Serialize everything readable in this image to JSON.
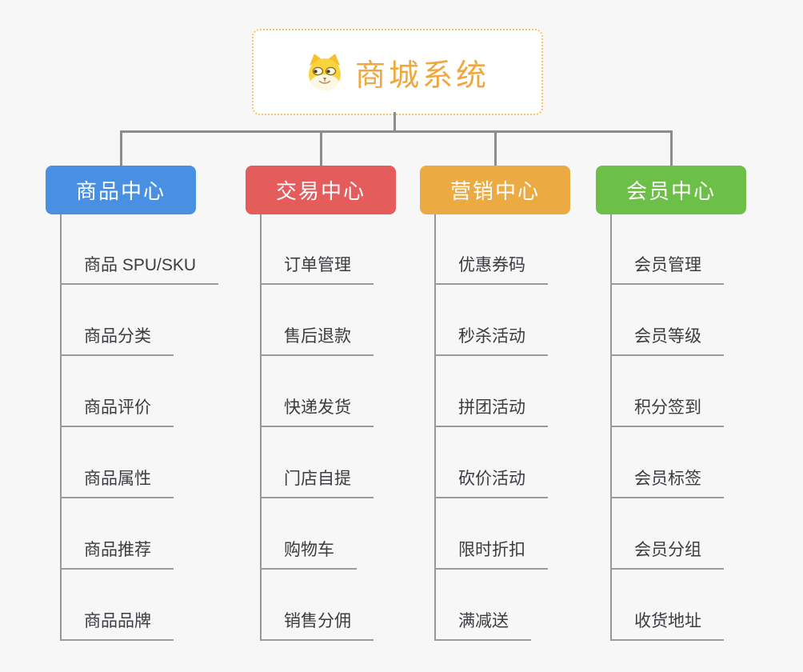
{
  "root": {
    "title": "商城系统",
    "icon": "doge-icon"
  },
  "branches": [
    {
      "label": "商品中心",
      "color": "#4a90e2",
      "items": [
        "商品 SPU/SKU",
        "商品分类",
        "商品评价",
        "商品属性",
        "商品推荐",
        "商品品牌"
      ]
    },
    {
      "label": "交易中心",
      "color": "#e45c5c",
      "items": [
        "订单管理",
        "售后退款",
        "快递发货",
        "门店自提",
        "购物车",
        "销售分佣"
      ]
    },
    {
      "label": "营销中心",
      "color": "#ecaa42",
      "items": [
        "优惠券码",
        "秒杀活动",
        "拼团活动",
        "砍价活动",
        "限时折扣",
        "满减送"
      ]
    },
    {
      "label": "会员中心",
      "color": "#6cbf47",
      "items": [
        "会员管理",
        "会员等级",
        "积分签到",
        "会员标签",
        "会员分组",
        "收货地址"
      ]
    }
  ],
  "colors": {
    "background": "#f7f7f7",
    "connector": "#8c8c8c",
    "leaf_line": "#9a9a9a",
    "leaf_text": "#3c3c41",
    "root_text": "#f0a73e",
    "root_border": "#f6c46b"
  }
}
